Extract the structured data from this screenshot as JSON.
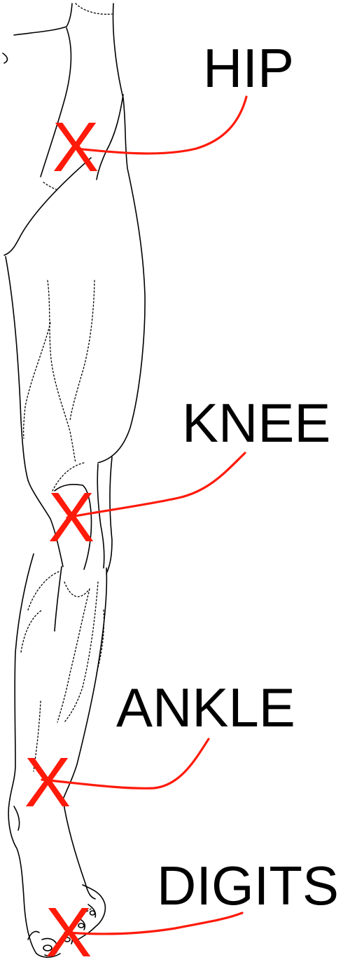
{
  "colors": {
    "marker": "#ff1a0a",
    "outline": "#000000",
    "background": "#ffffff"
  },
  "joints": [
    {
      "label": "HIP",
      "marker": "X"
    },
    {
      "label": "KNEE",
      "marker": "X"
    },
    {
      "label": "ANKLE",
      "marker": "X"
    },
    {
      "label": "DIGITS",
      "marker": "X"
    }
  ]
}
